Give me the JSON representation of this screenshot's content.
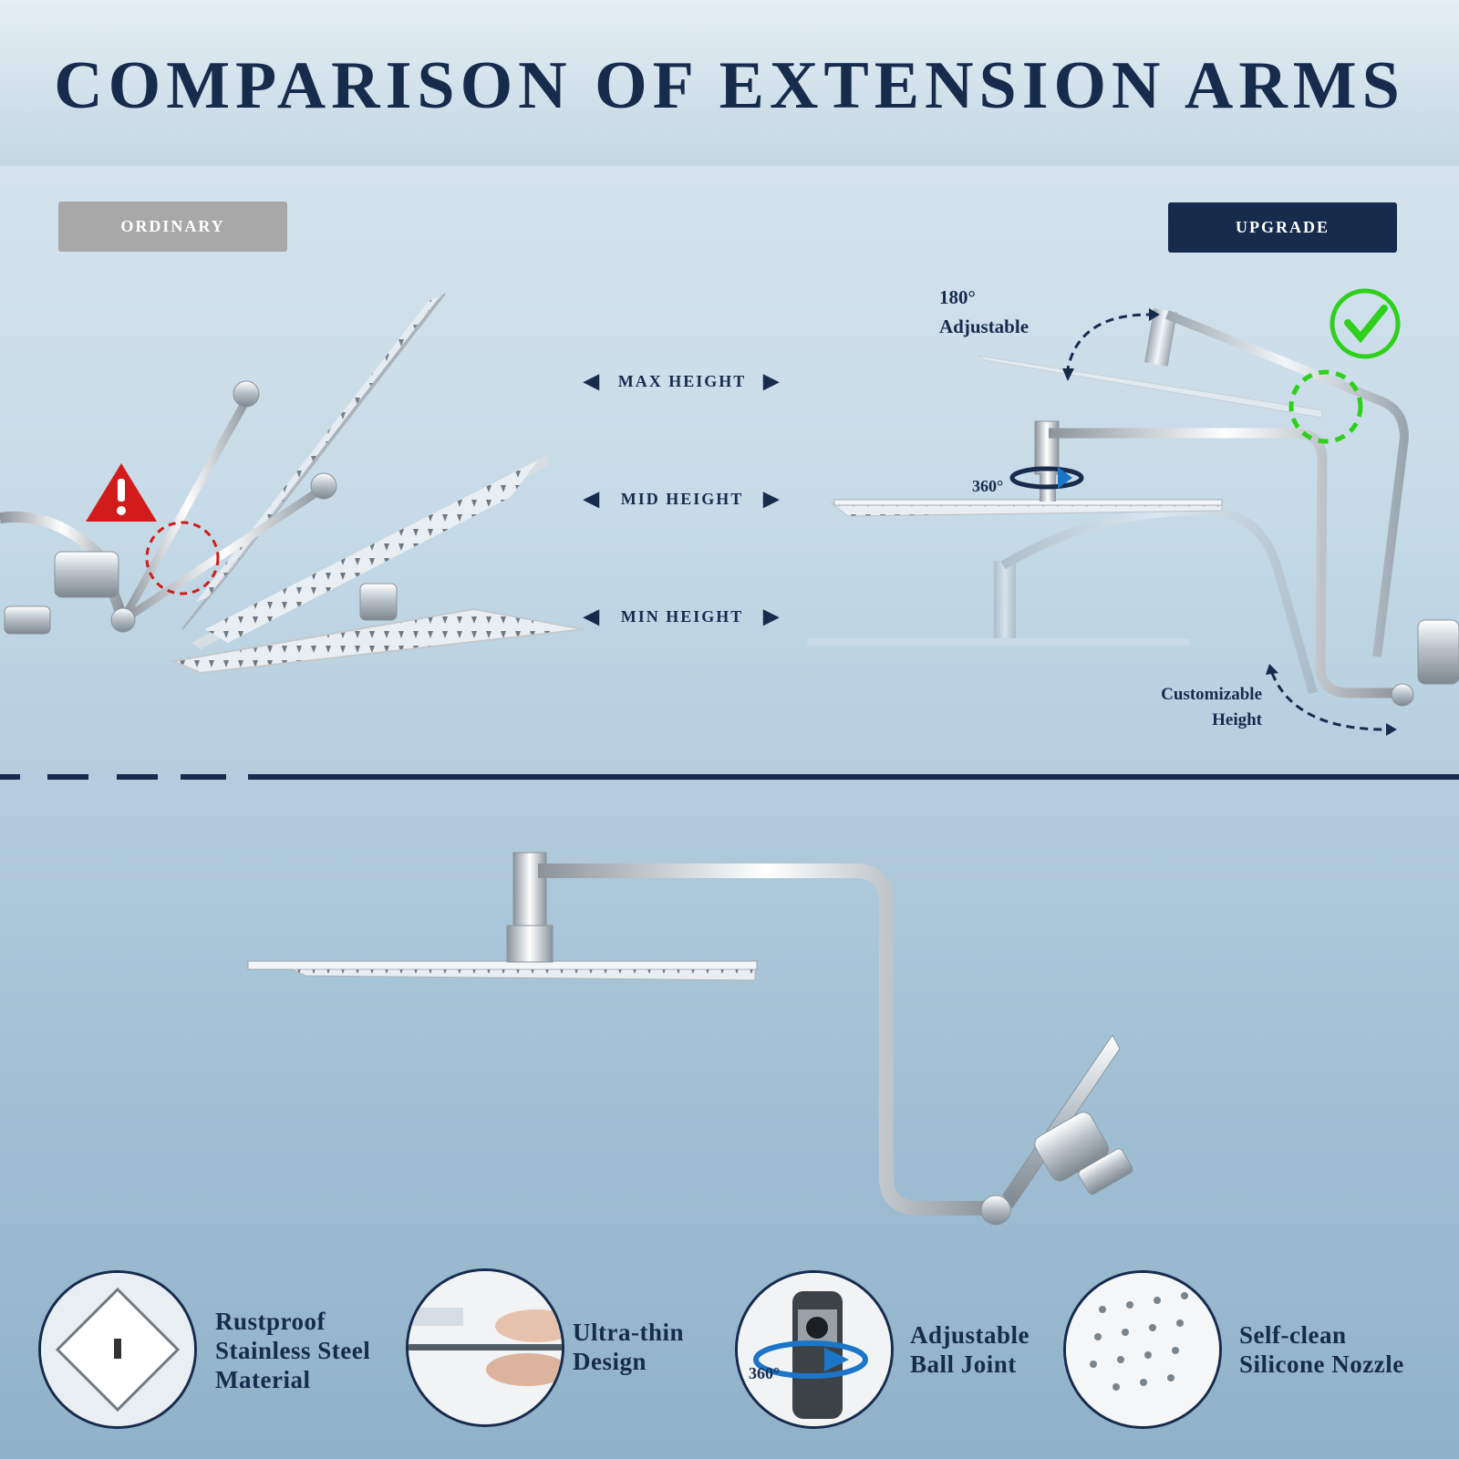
{
  "title": "COMPARISON OF EXTENSION ARMS",
  "badges": {
    "ordinary": "ORDINARY",
    "upgrade": "UPGRADE"
  },
  "heights": {
    "max": "MAX HEIGHT",
    "mid": "MID HEIGHT",
    "min": "MIN HEIGHT"
  },
  "annotations": {
    "rotate_180_line1": "180°",
    "rotate_180_line2": "Adjustable",
    "rotate_360": "360°",
    "custom_line1": "Customizable",
    "custom_line2": "Height"
  },
  "features": [
    {
      "line1": "Rustproof",
      "line2": "Stainless Steel",
      "line3": "Material",
      "icon": "stainless-steel-plate-icon"
    },
    {
      "line1": "Ultra-thin",
      "line2": "Design",
      "icon": "thin-plate-fingers-icon"
    },
    {
      "line1": "Adjustable",
      "line2": "Ball Joint",
      "badge": "360°",
      "icon": "ball-joint-icon"
    },
    {
      "line1": "Self-clean",
      "line2": "Silicone Nozzle",
      "icon": "nozzle-grid-icon"
    }
  ],
  "colors": {
    "navy": "#172b4d",
    "warning_red": "#d21c1c",
    "check_green": "#2fd01c",
    "ordinary_gray": "#a8a8a8"
  }
}
